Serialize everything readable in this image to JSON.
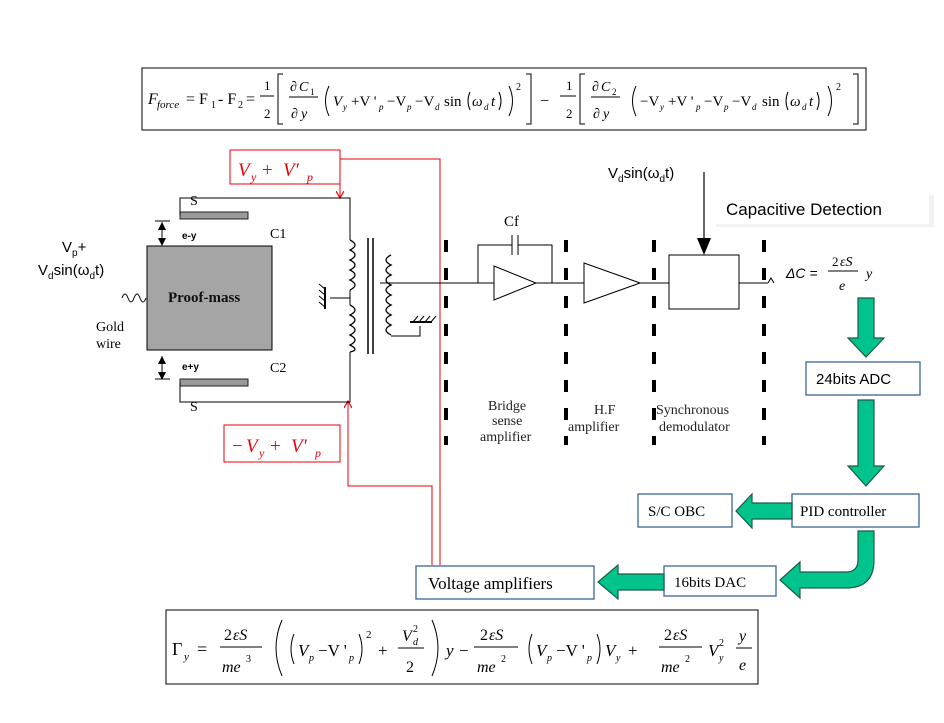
{
  "colors": {
    "red": "#e8000b",
    "arrow_fill": "#00c48c",
    "arrow_stroke": "#1a5a48",
    "box_stroke": "#3c6494",
    "black": "#000000"
  },
  "labels": {
    "vy_plus_vp": "V_y + V'_p",
    "neg_vy_plus_vp": "-V_y + V'_p",
    "s_top": "S",
    "s_bottom": "S",
    "c1": "C1",
    "c2": "C2",
    "e_minus_y": "e-y",
    "e_plus_y": "e+y",
    "proof_mass": "Proof-mass",
    "gold": "Gold",
    "wire": "wire",
    "vp_plus": "Vp+",
    "vd_sin_wdt_left": "Vdsin(ωdt)",
    "vd_sin_wdt_top": "Vdsin(ωdt)",
    "cf": "Cf",
    "bridge_1": "Bridge",
    "bridge_2": "sense",
    "bridge_3": "amplifier",
    "hf_1": "H.F",
    "hf_2": "amplifier",
    "sync_1": "Synchronous",
    "sync_2": "demodulator"
  },
  "boxes": {
    "capacitive_detection": "Capacitive Detection",
    "adc": "24bits ADC",
    "pid": "PID controller",
    "sc_obc": "S/C OBC",
    "dac": "16bits DAC",
    "voltage_amplifiers": "Voltage amplifiers"
  }
}
